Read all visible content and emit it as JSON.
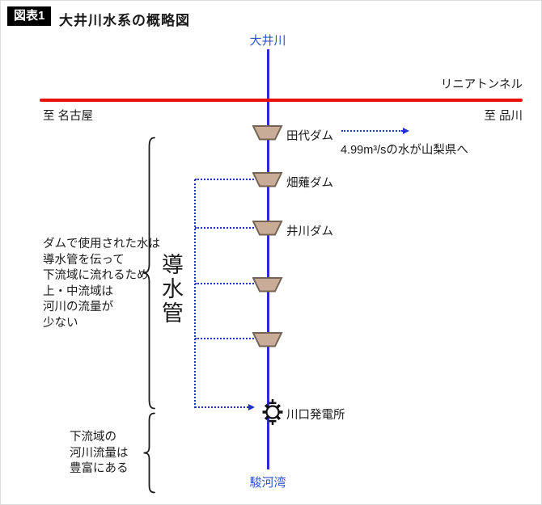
{
  "header": {
    "badge": "図表1",
    "title": "大井川水系の概略図"
  },
  "river": {
    "top_label": "大井川",
    "bottom_label": "駿河湾"
  },
  "tunnel": {
    "label": "リニアトンネル",
    "dest_left": "至 名古屋",
    "dest_right": "至 品川"
  },
  "dams": [
    {
      "label": "田代ダム"
    },
    {
      "label": "畑薙ダム"
    },
    {
      "label": "井川ダム"
    },
    {
      "label": ""
    },
    {
      "label": ""
    }
  ],
  "diversion": {
    "arrow_note": "4.99m³/sの水が山梨県へ",
    "conduit_label": "導水管"
  },
  "power_station": {
    "label": "川口発電所"
  },
  "annotations": {
    "upper": "ダムで使用された水は\n導水管を伝って\n下流域に流れるため\n上・中流域は\n河川の流量が\n少ない",
    "lower": "下流域の\n河川流量は\n豊富にある"
  },
  "colors": {
    "river_blue": "#2b2bd0",
    "label_blue": "#2f55c8",
    "tunnel_red": "#e8120b",
    "conduit_dotted_blue": "#2233cc",
    "dam_fill": "#c9ac97",
    "dam_border": "#756455",
    "badge_bg": "#000000",
    "text": "#1a1a1a"
  }
}
